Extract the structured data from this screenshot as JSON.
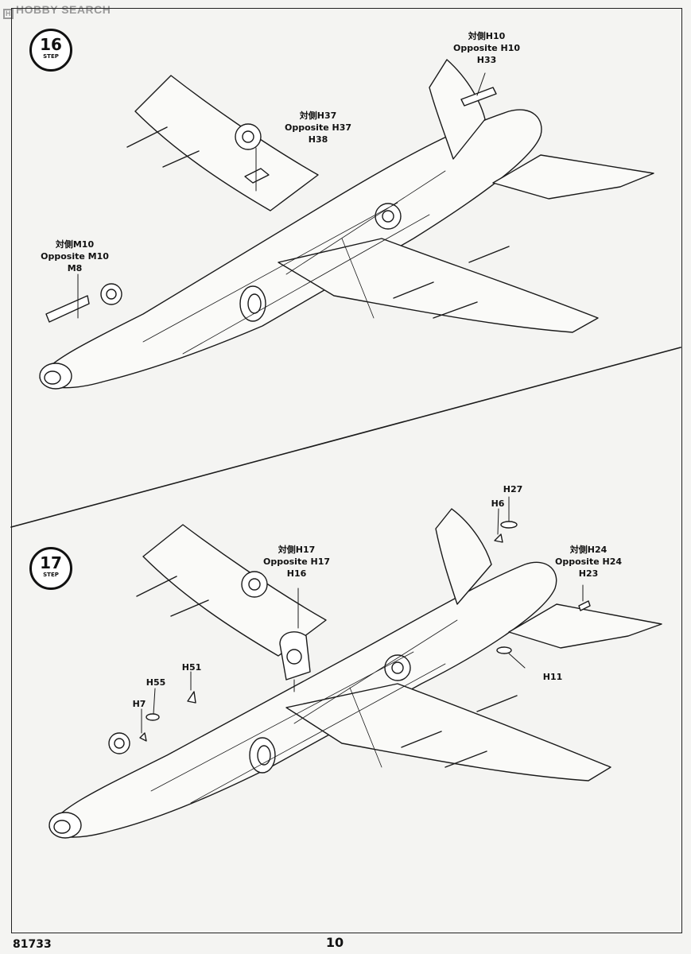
{
  "watermark": "HOBBY SEARCH",
  "product_code": "81733",
  "page_number": "10",
  "steps": [
    {
      "number": "16",
      "word": "STEP",
      "callouts": [
        {
          "lines": [
            "対側H10",
            "Opposite  H10",
            "H33"
          ]
        },
        {
          "lines": [
            "対側H37",
            "Opposite  H37",
            "H38"
          ]
        },
        {
          "lines": [
            "対側M10",
            "Opposite  M10",
            "M8"
          ]
        }
      ]
    },
    {
      "number": "17",
      "word": "STEP",
      "callouts": [
        {
          "lines": [
            "H27"
          ]
        },
        {
          "lines": [
            "H6"
          ]
        },
        {
          "lines": [
            "対側H17",
            "Opposite  H17",
            "H16"
          ]
        },
        {
          "lines": [
            "対側H24",
            "Opposite  H24",
            "H23"
          ]
        },
        {
          "lines": [
            "H11"
          ]
        },
        {
          "lines": [
            "H51"
          ]
        },
        {
          "lines": [
            "H55"
          ]
        },
        {
          "lines": [
            "H7"
          ]
        }
      ]
    }
  ]
}
